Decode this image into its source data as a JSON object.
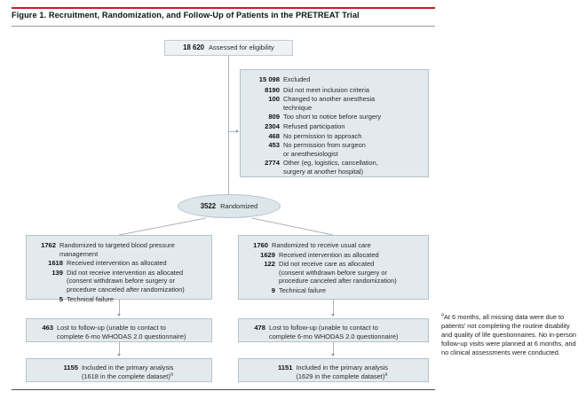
{
  "figure": {
    "title": "Figure 1. Recruitment, Randomization, and Follow-Up of Patients in the PRETREAT Trial",
    "accent_color": "#d0182b",
    "box_fill": "#e3eaee",
    "box_border": "#b6c2c9"
  },
  "assessed": {
    "count": "18 620",
    "label": "Assessed for eligibility"
  },
  "excluded": {
    "count": "15 098",
    "label": "Excluded",
    "reasons": [
      {
        "count": "8190",
        "label": "Did not meet inclusion criteria"
      },
      {
        "count": "100",
        "label": "Changed to another anesthesia",
        "cont": "technique"
      },
      {
        "count": "809",
        "label": "Too short to notice before surgery"
      },
      {
        "count": "2304",
        "label": "Refused participation"
      },
      {
        "count": "468",
        "label": "No permission to approach"
      },
      {
        "count": "453",
        "label": "No permission from surgeon",
        "cont": "or anesthesiologist"
      },
      {
        "count": "2774",
        "label": "Other (eg, logistics, cancellation,",
        "cont": "surgery at another hospital)"
      }
    ]
  },
  "randomized": {
    "count": "3522",
    "label": "Randomized"
  },
  "arm_left": {
    "count": "1762",
    "label": "Randomized to targeted blood pressure",
    "cont": "management",
    "items": [
      {
        "count": "1618",
        "label": "Received intervention as allocated"
      },
      {
        "count": "139",
        "label": "Did not receive intervention as allocated",
        "cont": "(consent withdrawn before surgery or",
        "cont2": "procedure canceled after randomization)"
      },
      {
        "count": "5",
        "label": "Technical failure"
      }
    ],
    "lost": {
      "count": "463",
      "label": "Lost to follow-up (unable to contact to",
      "cont": "complete 6-mo WHODAS 2.0 questionnaire)"
    },
    "included": {
      "count": "1155",
      "label": "Included in the primary analysis",
      "cont": "(1618 in the complete dataset)",
      "footnote_marker": "a"
    }
  },
  "arm_right": {
    "count": "1760",
    "label": "Randomized to receive usual care",
    "items": [
      {
        "count": "1629",
        "label": "Received intervention as allocated"
      },
      {
        "count": "122",
        "label": "Did not receive care as allocated",
        "cont": "(consent withdrawn before surgery or",
        "cont2": "procedure canceled after randomization)"
      },
      {
        "count": "9",
        "label": "Technical failure"
      }
    ],
    "lost": {
      "count": "478",
      "label": "Lost to follow-up (unable to contact to",
      "cont": "complete 6-mo WHODAS 2.0 questionnaire)"
    },
    "included": {
      "count": "1151",
      "label": "Included in the primary analysis",
      "cont": "(1629 in the complete dataset)",
      "footnote_marker": "a"
    }
  },
  "footnote": {
    "marker": "a",
    "text": "At 6 months, all missing data were due to patients’ not completing the routine disability and quality of life questionnaires. No in-person follow-up visits were planned at 6 months, and no clinical assessments were conducted."
  }
}
